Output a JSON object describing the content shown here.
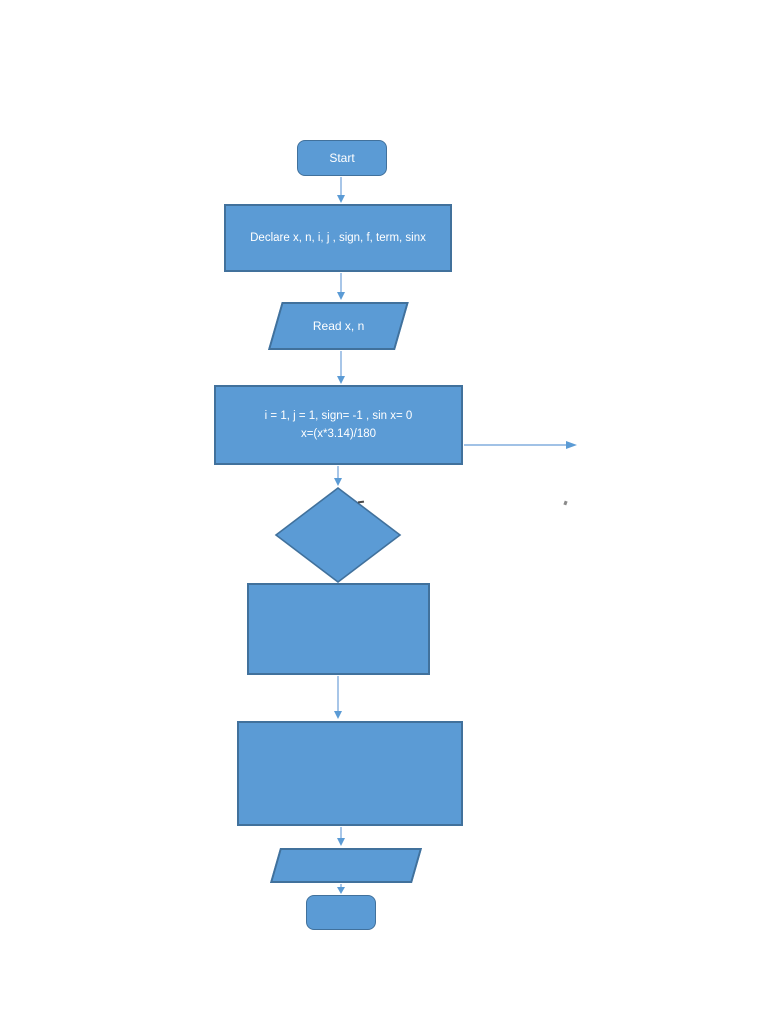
{
  "page": {
    "background": "#ffffff"
  },
  "palette": {
    "shape_fill": "#5b9bd5",
    "shape_border": "#41719c",
    "connector_line": "#82aede",
    "arrowhead": "#5b9bd5",
    "label_text": "#ffffff"
  },
  "flowchart": {
    "nodes": [
      {
        "id": "start",
        "type": "terminator",
        "label": "Start"
      },
      {
        "id": "declare",
        "type": "process",
        "label": "Declare x, n, i, j , sign, f, term, sinx"
      },
      {
        "id": "read",
        "type": "input-output",
        "label": "Read x, n"
      },
      {
        "id": "init",
        "type": "process",
        "lines": [
          "i = 1, j = 1, sign= -1 , sin x= 0",
          "x=(x*3.14)/180"
        ]
      },
      {
        "id": "decision",
        "type": "decision",
        "label": ""
      },
      {
        "id": "process-a",
        "type": "process",
        "label": ""
      },
      {
        "id": "process-b",
        "type": "process",
        "label": ""
      },
      {
        "id": "output",
        "type": "input-output",
        "label": ""
      },
      {
        "id": "end",
        "type": "terminator",
        "label": ""
      }
    ],
    "connectors": [
      {
        "from": "start",
        "to": "declare",
        "direction": "down"
      },
      {
        "from": "declare",
        "to": "read",
        "direction": "down"
      },
      {
        "from": "read",
        "to": "init",
        "direction": "down"
      },
      {
        "from": "init",
        "to": "decision",
        "direction": "down"
      },
      {
        "from": "init",
        "to": "off-canvas-right",
        "direction": "right"
      },
      {
        "from": "process-a",
        "to": "process-b",
        "direction": "down"
      },
      {
        "from": "process-b",
        "to": "output",
        "direction": "down"
      },
      {
        "from": "output",
        "to": "end",
        "direction": "down"
      }
    ]
  }
}
